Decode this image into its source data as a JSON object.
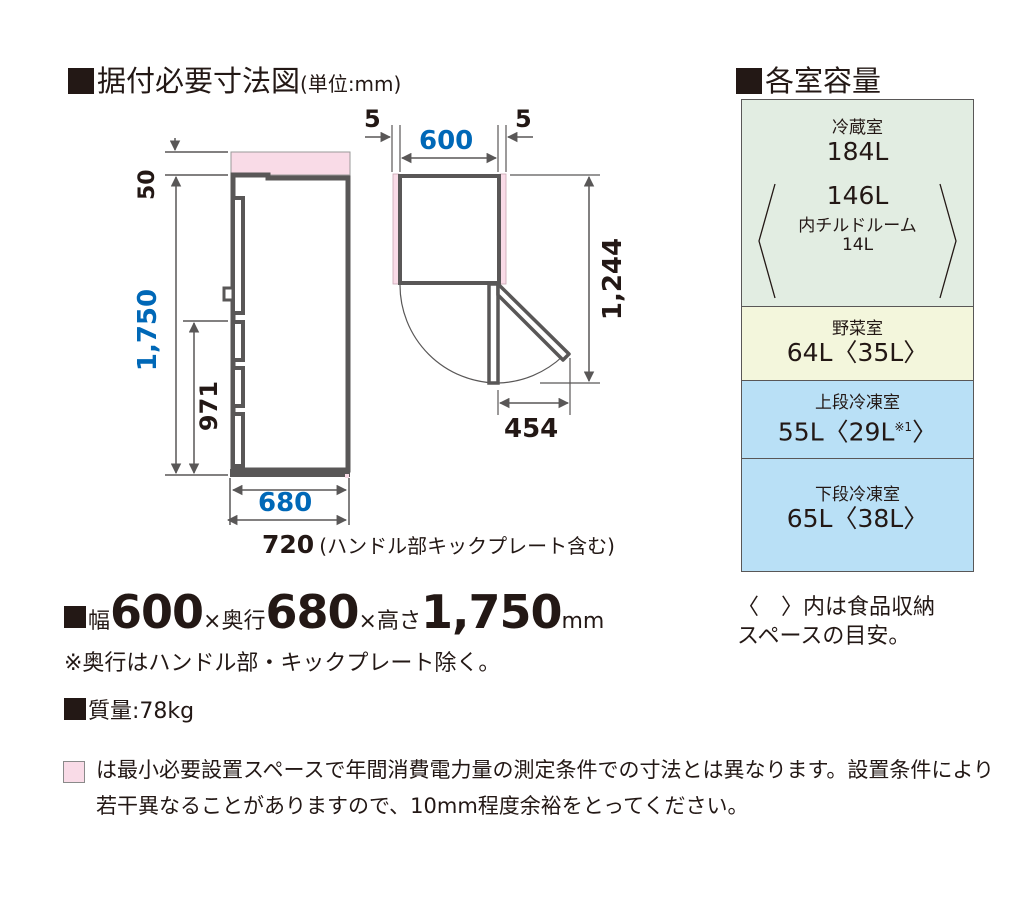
{
  "installation": {
    "title": "据付必要寸法図",
    "unit_label": "(単位:mm)",
    "side_view": {
      "top_clearance": "50",
      "height": "1,750",
      "lower_height": "971",
      "depth": "680",
      "depth_with_handle": "720",
      "depth_with_handle_note": "(ハンドル部キックプレート含む)"
    },
    "top_view": {
      "left_clearance": "5",
      "width": "600",
      "right_clearance": "5",
      "door_open_depth": "1,244",
      "door_swing": "454"
    }
  },
  "capacity": {
    "title": "各室容量",
    "compartments": [
      {
        "name": "冷蔵室",
        "volume": "184L",
        "inner_volume": "146L",
        "chilled_name": "内チルドルーム",
        "chilled_volume": "14L"
      },
      {
        "name": "野菜室",
        "volume": "64L〈35L〉"
      },
      {
        "name": "上段冷凍室",
        "volume": "55L〈29L",
        "footnote": "※1",
        "volume_close": "〉"
      },
      {
        "name": "下段冷凍室",
        "volume": "65L〈38L〉"
      }
    ],
    "note_line1": "〈　〉内は食品収納",
    "note_line2": "スペースの目安。"
  },
  "dimensions": {
    "width_label": "幅",
    "width": "600",
    "times1": "×",
    "depth_label": "奥行",
    "depth": "680",
    "times2": "×",
    "height_label": "高さ",
    "height": "1,750",
    "unit": "mm",
    "note": "※奥行はハンドル部・キックプレート除く。"
  },
  "mass": {
    "label": "質量:78kg"
  },
  "footnote": {
    "text": "は最小必要設置スペースで年間消費電力量の測定条件での寸法とは異なります。設置条件により若干異なることがありますので、10mm程度余裕をとってください。"
  },
  "colors": {
    "clearance_pink": "#f9dbe7",
    "dimension_blue": "#0068b7",
    "outline_gray": "#595757",
    "fridge_green": "#e2ede2",
    "veg_yellow": "#f3f6dc",
    "freezer_blue": "#b9e0f6"
  }
}
